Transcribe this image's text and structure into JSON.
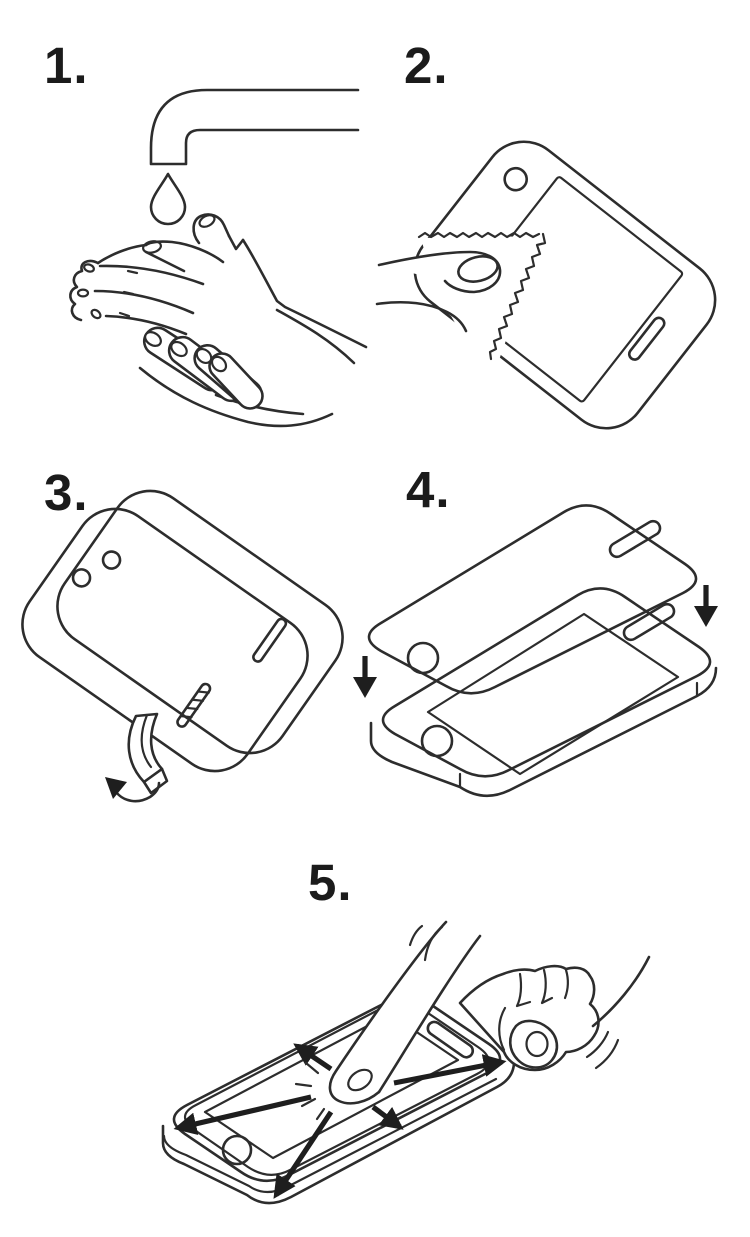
{
  "document": {
    "title": "screen-protector-installation-instructions",
    "background_color": "#ffffff",
    "line_color": "#2d2d2d",
    "number_color": "#1b1b1b"
  },
  "steps": [
    {
      "number": "1.",
      "name": "wash-hands",
      "description": "hands being washed under a faucet with a falling water drop",
      "icons": [
        "faucet-icon",
        "water-drop-icon",
        "washing-hands-icon"
      ]
    },
    {
      "number": "2.",
      "name": "clean-screen",
      "description": "thumb pressing a zigzag-edged cleaning cloth wiping the phone screen",
      "icons": [
        "phone-icon",
        "cleaning-cloth-icon",
        "thumb-icon"
      ]
    },
    {
      "number": "3.",
      "name": "peel-backing",
      "description": "backing layer peeled off the screen protector film via corner tab with curl arrow",
      "icons": [
        "protector-film-icon",
        "backing-film-icon",
        "peel-tab-icon",
        "curl-arrow-icon"
      ]
    },
    {
      "number": "4.",
      "name": "apply-protector",
      "description": "protector film lowered onto the phone, alignment shown with two down arrows",
      "icons": [
        "protector-film-icon",
        "down-arrow-icon",
        "down-arrow-icon",
        "phone-3d-icon"
      ]
    },
    {
      "number": "5.",
      "name": "smooth-out-bubbles",
      "description": "finger pressing the center while hand holds the phone, arrows push bubbles outward to all corners",
      "icons": [
        "phone-3d-icon",
        "pressing-finger-icon",
        "holding-hand-icon",
        "spread-arrows-icon",
        "press-spark-icon",
        "motion-lines-icon"
      ]
    }
  ]
}
